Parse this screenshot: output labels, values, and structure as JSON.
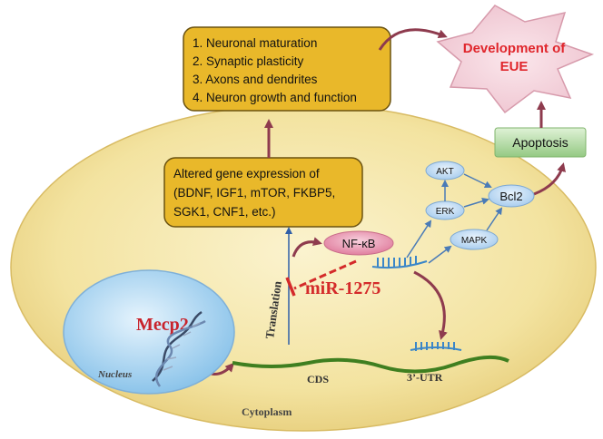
{
  "outcome_box": {
    "lines": [
      "1. Neuronal maturation",
      "2. Synaptic plasticity",
      "3. Axons and dendrites",
      "4. Neuron growth and function"
    ]
  },
  "gene_box": {
    "lines": [
      "Altered gene expression of",
      "(BDNF, IGF1, mTOR, FKBP5,",
      "SGK1, CNF1, etc.)"
    ]
  },
  "development": {
    "line1": "Development of",
    "line2": "EUE"
  },
  "apoptosis": {
    "label": "Apoptosis"
  },
  "signaling": {
    "akt": "AKT",
    "erk": "ERK",
    "bcl2": "Bcl2",
    "mapk": "MAPK",
    "nfkb": "NF-κB"
  },
  "mirna": {
    "label": "miR-1275"
  },
  "translation": {
    "label": "Translation"
  },
  "nucleus": {
    "gene": "Mecp2",
    "label": "Nucleus"
  },
  "mrna": {
    "cds": "CDS",
    "utr": "3’-UTR"
  },
  "cytoplasm": {
    "label": "Cytoplasm"
  },
  "colors": {
    "cytoplasm_fill": "#f2e3a3",
    "box_fill": "#e9b82a",
    "arrow": "#8e3b4e",
    "inhibit": "#d42a2a",
    "mrna": "#3f7f20",
    "signal_node": "#c4ddf3",
    "nfkb_node": "#ea9db4",
    "apoptosis_fill": "#a9d79a",
    "star_fill": "#f5d3dc",
    "title_red": "#e0262c"
  }
}
